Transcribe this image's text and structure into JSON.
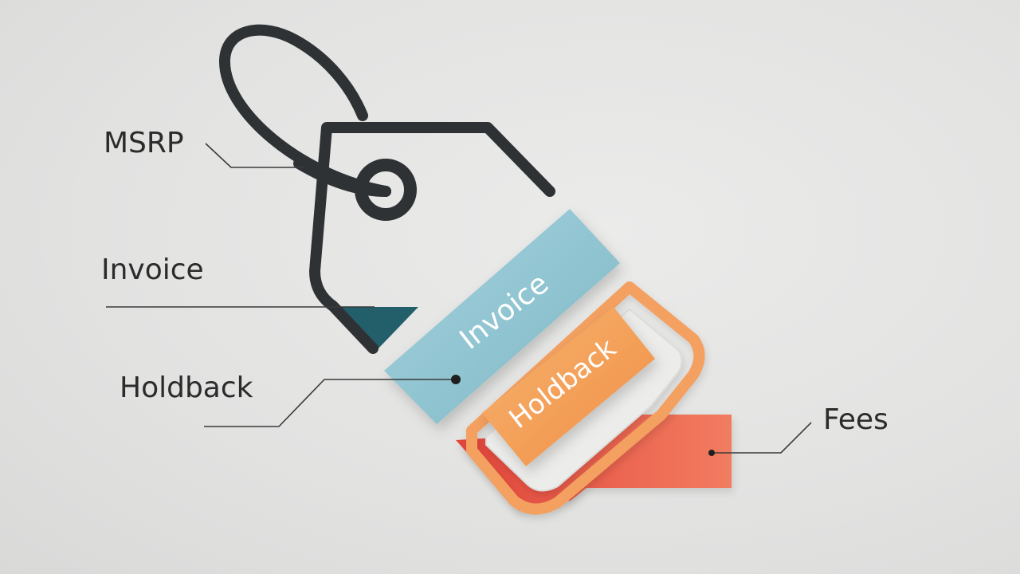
{
  "callouts": {
    "msrp": "MSRP",
    "invoice": "Invoice",
    "holdback": "Holdback",
    "fees": "Fees"
  },
  "layers": {
    "invoice_text": "Invoice",
    "holdback_text": "Holdback"
  },
  "colors": {
    "background": "#e3e3e2",
    "tag_outline": "#2f3235",
    "invoice_band": "#8cc3cf",
    "invoice_dark": "#225f6b",
    "holdback_band": "#f4a15b",
    "fees_band": "#ef6551",
    "callout_text": "#2b2b2b"
  }
}
